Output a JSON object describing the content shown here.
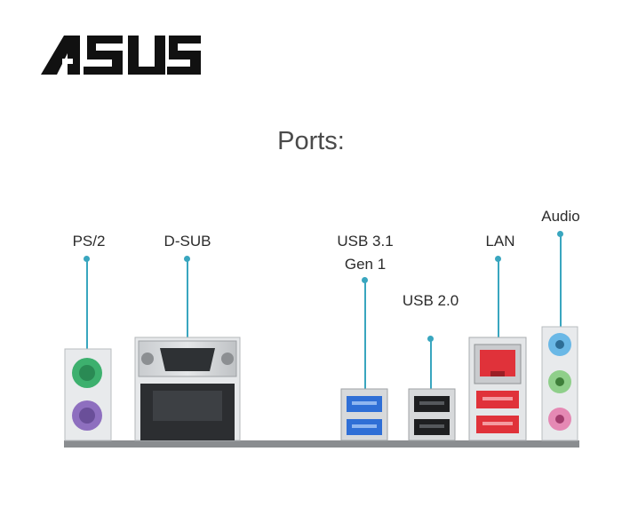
{
  "brand": "ASUS",
  "title": "Ports:",
  "ports": [
    {
      "id": "ps2",
      "label": "PS/2"
    },
    {
      "id": "dsub",
      "label": "D-SUB"
    },
    {
      "id": "usb31",
      "label_line1": "USB 3.1",
      "label_line2": "Gen 1"
    },
    {
      "id": "usb20",
      "label": "USB 2.0"
    },
    {
      "id": "lan",
      "label": "LAN"
    },
    {
      "id": "audio",
      "label": "Audio"
    }
  ],
  "colors": {
    "callout": "#39a6bf",
    "ps2_keyboard": "#8e6fbf",
    "ps2_mouse": "#3db06e",
    "usb3_blue": "#2f6fd6",
    "usb_red": "#e0323a",
    "audio_blue": "#6ab8e6",
    "audio_green": "#8fcf8a",
    "audio_pink": "#e589b4"
  }
}
